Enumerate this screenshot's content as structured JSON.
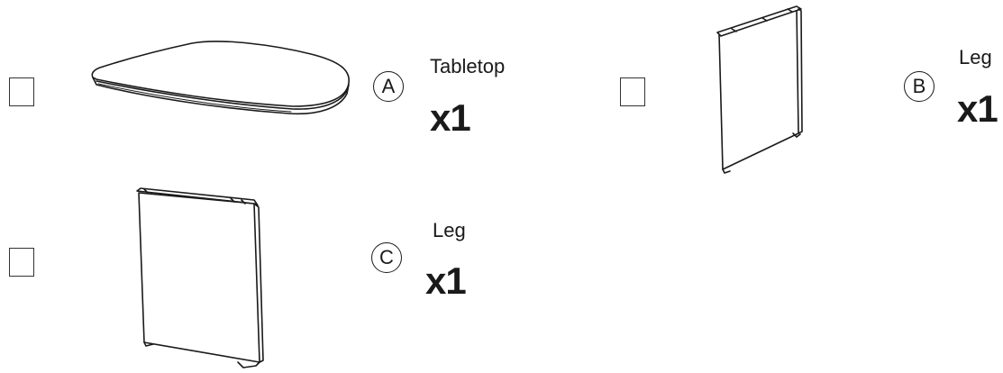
{
  "parts": [
    {
      "letter": "A",
      "name": "Tabletop",
      "quantity": "x1",
      "checked": false
    },
    {
      "letter": "B",
      "name": "Leg",
      "quantity": "x1",
      "checked": false
    },
    {
      "letter": "C",
      "name": "Leg",
      "quantity": "x1",
      "checked": false
    }
  ]
}
